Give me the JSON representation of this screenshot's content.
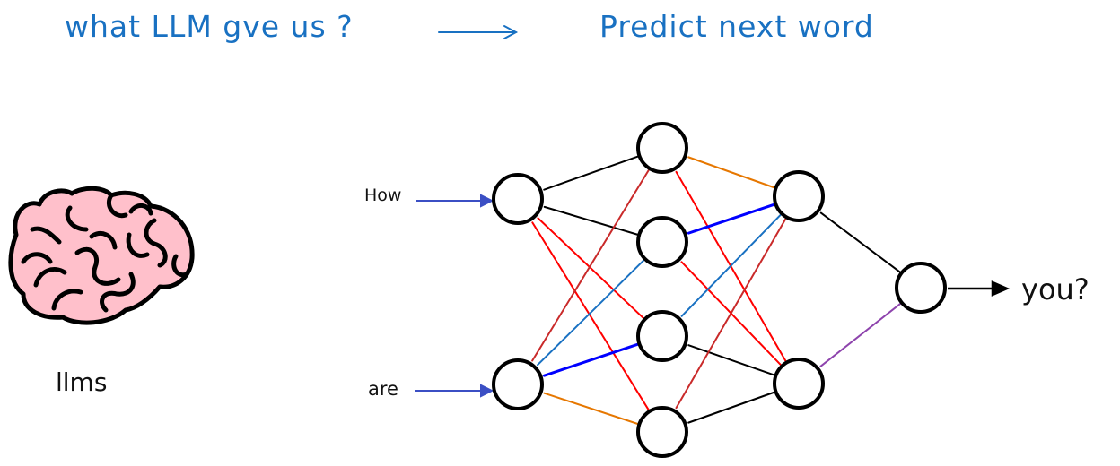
{
  "header": {
    "question": "what LLM gve us ?",
    "arrow_icon": "long-right-arrow",
    "answer": "Predict next word",
    "color": "#1971c2"
  },
  "brain": {
    "icon": "brain-icon",
    "fill": "#ffc0cb",
    "label": "llms"
  },
  "network": {
    "inputs": [
      "How",
      "are"
    ],
    "output": "you?",
    "input_arrow_color": "#3b4fc4",
    "layers": {
      "input": 2,
      "hidden1": 4,
      "hidden2": 2,
      "output": 1
    },
    "edges": [
      {
        "from": "i0",
        "to": "h0",
        "color": "#000000"
      },
      {
        "from": "i0",
        "to": "h1",
        "color": "#000000"
      },
      {
        "from": "i0",
        "to": "h2",
        "color": "#ff0000"
      },
      {
        "from": "i0",
        "to": "h3",
        "color": "#ff0000"
      },
      {
        "from": "i1",
        "to": "h0",
        "color": "#c92a2a"
      },
      {
        "from": "i1",
        "to": "h1",
        "color": "#1971c2"
      },
      {
        "from": "i1",
        "to": "h2",
        "color": "#0000ff"
      },
      {
        "from": "i1",
        "to": "h3",
        "color": "#e67700"
      },
      {
        "from": "h0",
        "to": "g0",
        "color": "#e67700"
      },
      {
        "from": "h0",
        "to": "g1",
        "color": "#ff0000"
      },
      {
        "from": "h1",
        "to": "g0",
        "color": "#0000ff"
      },
      {
        "from": "h1",
        "to": "g1",
        "color": "#ff0000"
      },
      {
        "from": "h2",
        "to": "g0",
        "color": "#1971c2"
      },
      {
        "from": "h2",
        "to": "g1",
        "color": "#000000"
      },
      {
        "from": "h3",
        "to": "g0",
        "color": "#c92a2a"
      },
      {
        "from": "h3",
        "to": "g1",
        "color": "#000000"
      },
      {
        "from": "g0",
        "to": "o0",
        "color": "#000000"
      },
      {
        "from": "g1",
        "to": "o0",
        "color": "#8e44ad"
      }
    ]
  }
}
